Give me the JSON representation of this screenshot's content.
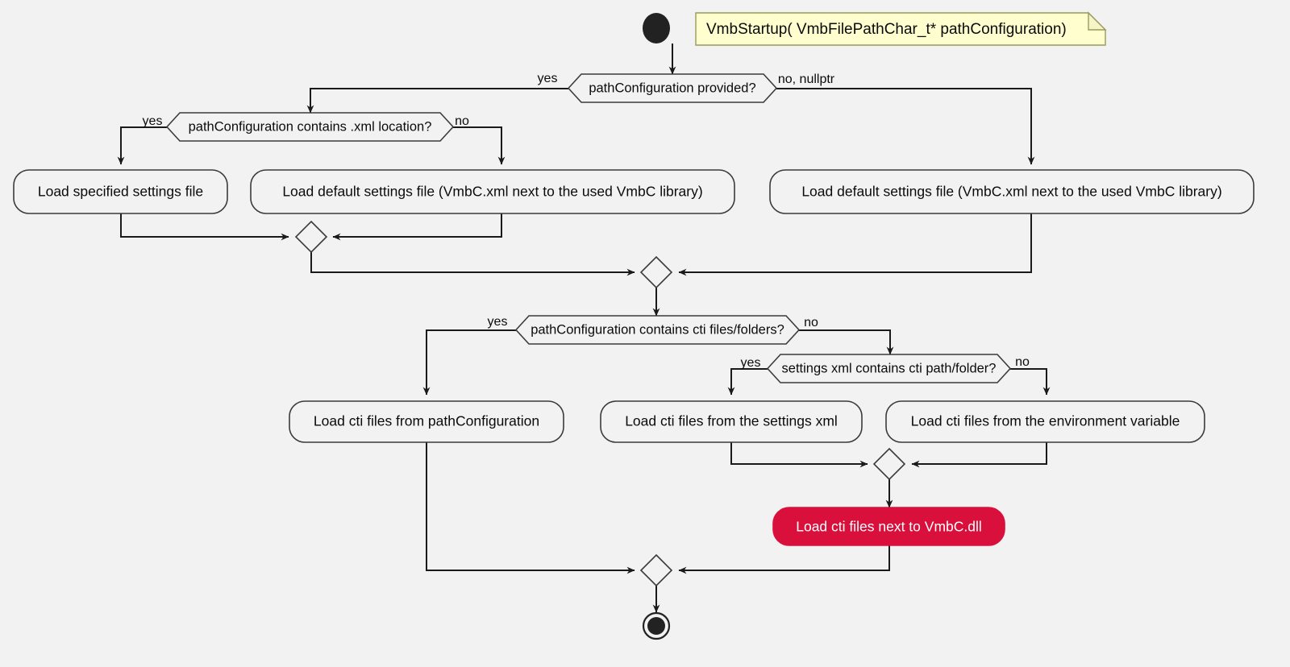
{
  "diagram": {
    "type": "uml-activity-diagram",
    "title": "VmbStartup( VmbFilePathChar_t* pathConfiguration)",
    "background_color": "#F2F2F2",
    "accent_color": "#D9103C",
    "note_color": "#FEFECE",
    "line_color": "#1A1A1A"
  },
  "note": {
    "text": "VmbStartup( VmbFilePathChar_t* pathConfiguration)"
  },
  "nodes": {
    "start": {
      "kind": "initial-node"
    },
    "end": {
      "kind": "final-node"
    },
    "decision_1": {
      "kind": "decision",
      "label": "pathConfiguration provided?"
    },
    "decision_2": {
      "kind": "decision",
      "label": "pathConfiguration contains .xml location?"
    },
    "decision_3": {
      "kind": "decision",
      "label": "pathConfiguration contains cti files/folders?"
    },
    "decision_4": {
      "kind": "decision",
      "label": "settings xml contains cti path/folder?"
    },
    "activity_load_specified": {
      "kind": "activity",
      "label": "Load  specified  settings  file"
    },
    "activity_load_default_left": {
      "kind": "activity",
      "label": "Load default settings file (VmbC.xml next to the used VmbC library)"
    },
    "activity_load_default_right": {
      "kind": "activity",
      "label": "Load default settings file (VmbC.xml next to the used VmbC library)"
    },
    "activity_cti_from_pathconfig": {
      "kind": "activity",
      "label": "Load cti files from pathConfiguration"
    },
    "activity_cti_from_settings_xml": {
      "kind": "activity",
      "label": "Load cti files from the settings xml"
    },
    "activity_cti_from_env": {
      "kind": "activity",
      "label": "Load cti files from the environment variable"
    },
    "activity_cti_next_to_dll": {
      "kind": "activity",
      "label": "Load cti files next to VmbC.dll",
      "highlighted": true
    },
    "merge_1": {
      "kind": "merge"
    },
    "merge_2": {
      "kind": "merge"
    },
    "merge_3": {
      "kind": "merge"
    },
    "merge_4": {
      "kind": "merge"
    }
  },
  "branch_labels": {
    "d1_yes": "yes",
    "d1_no": "no, nullptr",
    "d2_yes": "yes",
    "d2_no": "no",
    "d3_yes": "yes",
    "d3_no": "no",
    "d4_yes": "yes",
    "d4_no": "no"
  }
}
